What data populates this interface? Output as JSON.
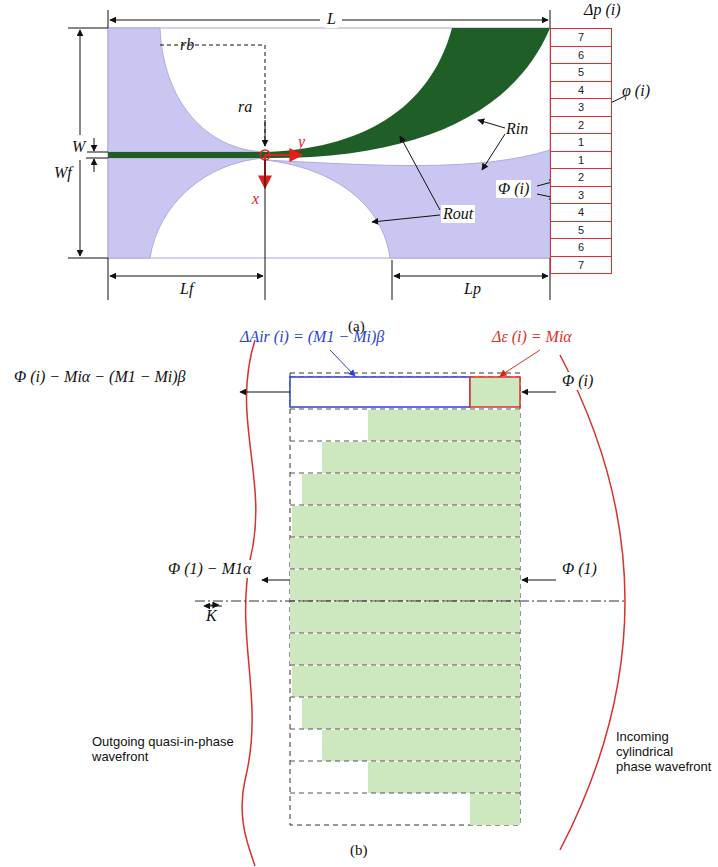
{
  "diagram": {
    "nodes": [
      {
        "text": [
          "7"
        ]
      },
      {
        "text": [
          "6"
        ]
      },
      {
        "text": [
          "5"
        ]
      },
      {
        "text": [
          "4"
        ]
      },
      {
        "text": [
          "3"
        ]
      },
      {
        "text": [
          "2"
        ]
      },
      {
        "text": [
          "1"
        ]
      },
      {
        "text": [
          "1"
        ]
      },
      {
        "text": [
          "2"
        ]
      },
      {
        "text": [
          "3"
        ]
      },
      {
        "text": [
          "4"
        ]
      },
      {
        "text": [
          "5"
        ]
      },
      {
        "text": [
          "6"
        ]
      },
      {
        "text": [
          "7"
        ]
      }
    ],
    "labels": [
      "L",
      "Δp (i)",
      "rb",
      "ra",
      "W",
      "Wf",
      "y",
      "x",
      "Rin",
      "φ (i)",
      "Φ (i)",
      "Rout",
      "Lf",
      "Lp",
      "(a)",
      "ΔAir (i) = (M1 − Mi)β",
      "Δε (i) = Miα",
      "Φ (i) − Miα − (M1 − Mi)β",
      "Φ (i)",
      "Φ (1) − M1α",
      "Φ (1)",
      "K",
      "Outgoing quasi-in-phase wavefront",
      "Incoming cylindrical phase wavefront",
      "(b)"
    ]
  }
}
